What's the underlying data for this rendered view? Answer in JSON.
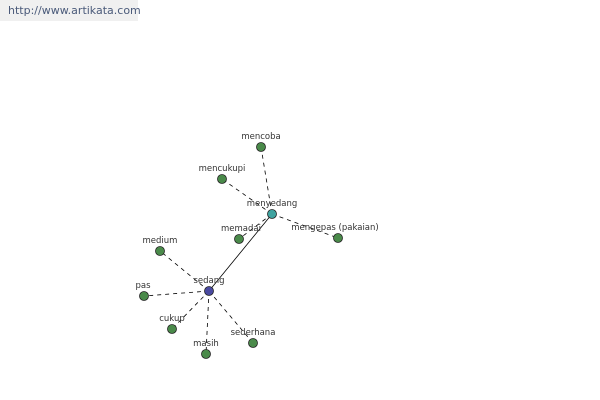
{
  "watermark": "http://www.artikata.com",
  "colors": {
    "hub_sedang": "#4a4aa0",
    "hub_menyedang": "#3fa3a0",
    "leaf": "#4a8a4a",
    "edge": "#000000"
  },
  "graph": {
    "nodes": [
      {
        "id": "sedang",
        "label": "sedang",
        "kind": "hub_sedang"
      },
      {
        "id": "menyedang",
        "label": "menyedang",
        "kind": "hub_menyedang"
      },
      {
        "id": "mencoba",
        "label": "mencoba",
        "kind": "leaf"
      },
      {
        "id": "mencukupi",
        "label": "mencukupi",
        "kind": "leaf"
      },
      {
        "id": "memadai",
        "label": "memadai",
        "kind": "leaf"
      },
      {
        "id": "mengepas",
        "label": "mengepas (pakaian)",
        "kind": "leaf"
      },
      {
        "id": "medium",
        "label": "medium",
        "kind": "leaf"
      },
      {
        "id": "pas",
        "label": "pas",
        "kind": "leaf"
      },
      {
        "id": "cukup",
        "label": "cukup",
        "kind": "leaf"
      },
      {
        "id": "masih",
        "label": "masih",
        "kind": "leaf"
      },
      {
        "id": "sederhana",
        "label": "sederhana",
        "kind": "leaf"
      }
    ],
    "edges": [
      {
        "from": "sedang",
        "to": "menyedang",
        "style": "solid"
      },
      {
        "from": "menyedang",
        "to": "mencoba",
        "style": "dashed"
      },
      {
        "from": "menyedang",
        "to": "mencukupi",
        "style": "dashed"
      },
      {
        "from": "menyedang",
        "to": "memadai",
        "style": "dashed"
      },
      {
        "from": "menyedang",
        "to": "mengepas",
        "style": "dashed"
      },
      {
        "from": "sedang",
        "to": "medium",
        "style": "dashed"
      },
      {
        "from": "sedang",
        "to": "pas",
        "style": "dashed"
      },
      {
        "from": "sedang",
        "to": "cukup",
        "style": "dashed"
      },
      {
        "from": "sedang",
        "to": "masih",
        "style": "dashed"
      },
      {
        "from": "sedang",
        "to": "sederhana",
        "style": "dashed"
      }
    ]
  }
}
